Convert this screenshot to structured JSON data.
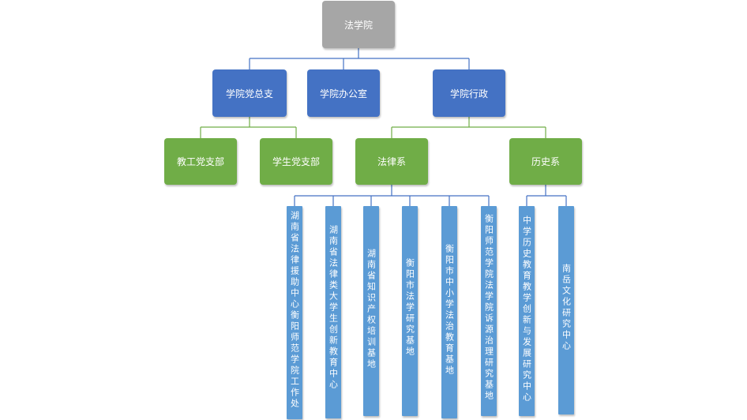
{
  "colors": {
    "root": "#a6a6a6",
    "admin": "#4472c4",
    "department": "#70ad47",
    "unit": "#5b9bd5",
    "connector": "#4472c4",
    "green_connector": "#70ad47"
  },
  "root": "法学院",
  "level1": {
    "party": "学院党总支",
    "office": "学院办公室",
    "admin": "学院行政"
  },
  "level2": {
    "faculty_branch": "教工党支部",
    "student_branch": "学生党支部",
    "law_dept": "法律系",
    "history_dept": "历史系"
  },
  "law_units": [
    "湖南省法律援助中心衡阳师范学院工作处",
    "湖南省法律类大学生创新教育中心",
    "湖南省知识产权培训基地",
    "衡阳市法学研究基地",
    "衡阳市中小学法治教育基地",
    "衡阳师范学院法学院诉源治理研究基地"
  ],
  "history_units": [
    "中学历史教育教学创新与发展研究中心",
    "南岳文化研究中心"
  ]
}
